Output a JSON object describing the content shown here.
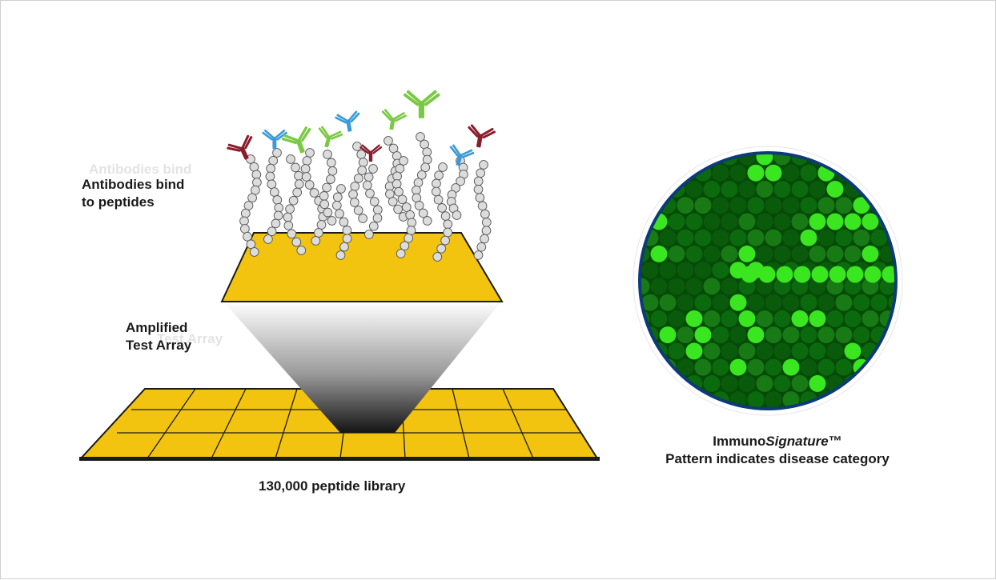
{
  "labels": {
    "antibodies_line1": "Antibodies bind",
    "antibodies_line2": "to peptides",
    "amplified_line1": "Amplified",
    "amplified_line2": "Test Array",
    "library": "130,000 peptide library",
    "signature_prefix": "Immuno",
    "signature_italic": "Signature",
    "signature_tm": "™",
    "signature_line2": "Pattern indicates disease category"
  },
  "colors": {
    "gold": "#f2c40f",
    "gold_stroke": "#1a1a1a",
    "peptide_bead": "#dcdcdc",
    "antibody_red": "#8a1c2b",
    "antibody_blue": "#3a9ad9",
    "antibody_green": "#7ac943",
    "circle_border": "#0d3a7a",
    "spot_bright": "#39e61f",
    "spot_dark": "#0a5a0c",
    "spot_mid": "#177a15",
    "spot_bg": "#064a08"
  }
}
